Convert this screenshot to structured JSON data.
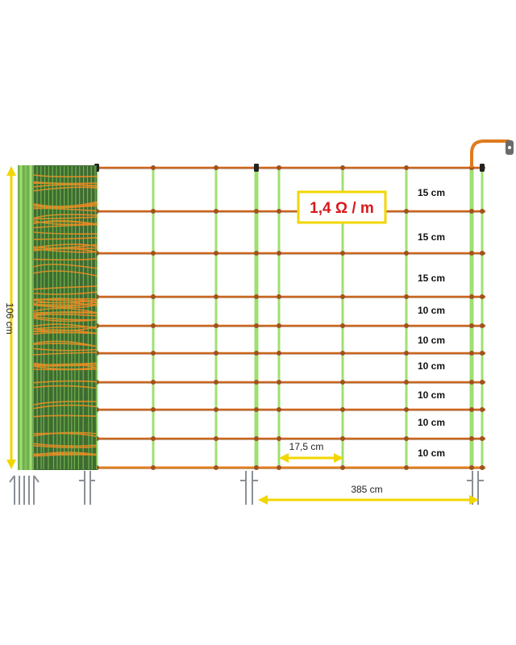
{
  "resistance": {
    "text": "1,4 Ω / m",
    "color": "#d7191c",
    "border_color": "#f2d600"
  },
  "height_label": "106 cm",
  "post_spacing_label": "385 cm",
  "vertical_spacing_label": "17,5 cm",
  "spacings": [
    "15 cm",
    "15 cm",
    "15 cm",
    "10 cm",
    "10 cm",
    "10 cm",
    "10 cm",
    "10 cm",
    "10 cm"
  ],
  "colors": {
    "wire_orange": "#d2691e",
    "wire_brown": "#7a4a22",
    "post_green": "#9fe070",
    "dimension_yellow": "#f2d600",
    "metal": "#9aa0a6"
  }
}
